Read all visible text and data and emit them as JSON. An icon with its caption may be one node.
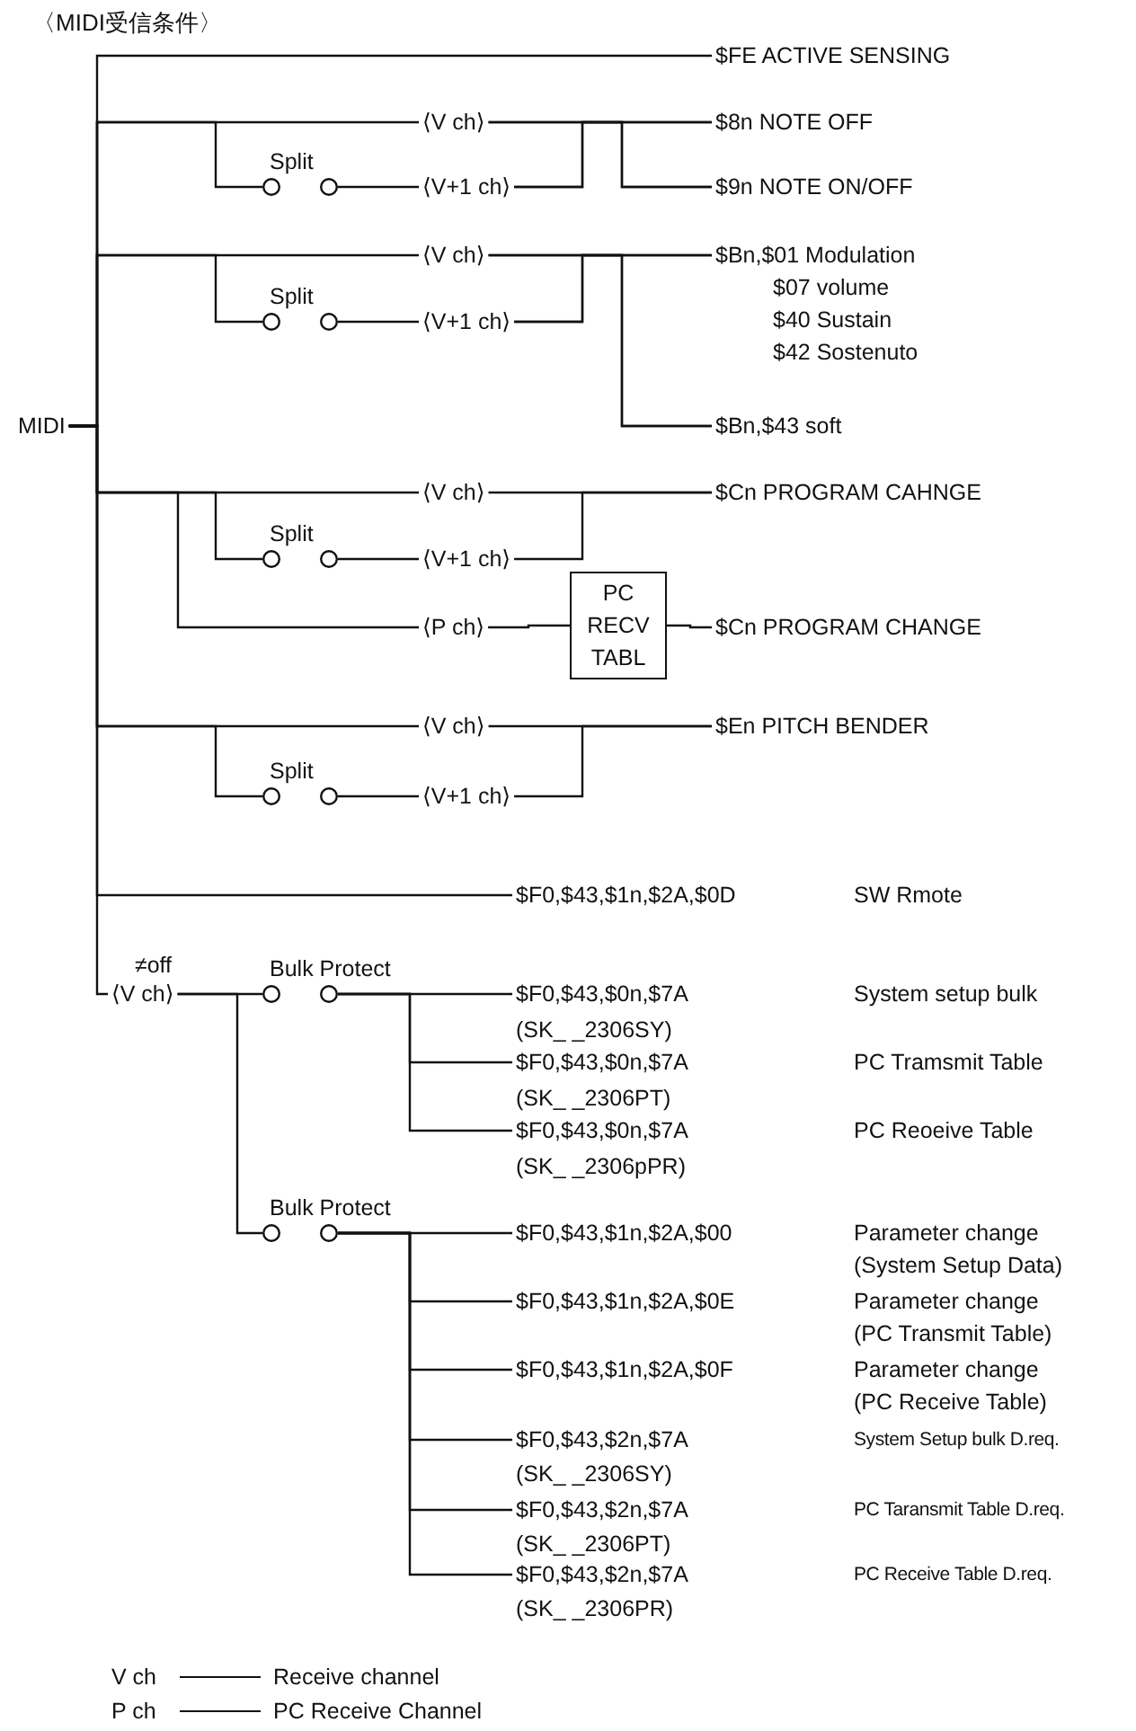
{
  "diagram": {
    "title": "〈MIDI受信条件〉",
    "nodes": [
      {
        "text": [
          "MIDI"
        ]
      },
      {
        "text": [
          "$FE ACTIVE SENSING"
        ]
      },
      {
        "text": [
          "⟨V ch⟩"
        ]
      },
      {
        "text": [
          "Split"
        ]
      },
      {
        "text": [
          "⟨V+1 ch⟩"
        ]
      },
      {
        "text": [
          "$8n NOTE OFF"
        ]
      },
      {
        "text": [
          "$9n NOTE ON/OFF"
        ]
      },
      {
        "text": [
          "⟨V ch⟩"
        ]
      },
      {
        "text": [
          "Split"
        ]
      },
      {
        "text": [
          "⟨V+1 ch⟩"
        ]
      },
      {
        "text": [
          "$Bn,$01 Modulation",
          "$07 volume",
          "$40 Sustain",
          "$42 Sostenuto"
        ]
      },
      {
        "text": [
          "$Bn,$43 soft"
        ]
      },
      {
        "text": [
          "⟨V ch⟩"
        ]
      },
      {
        "text": [
          "Split"
        ]
      },
      {
        "text": [
          "⟨V+1 ch⟩"
        ]
      },
      {
        "text": [
          "$Cn PROGRAM CAHNGE"
        ]
      },
      {
        "text": [
          "⟨P ch⟩"
        ]
      },
      {
        "text": [
          "PC RECV TABL"
        ]
      },
      {
        "text": [
          "$Cn PROGRAM CHANGE"
        ]
      },
      {
        "text": [
          "⟨V ch⟩"
        ]
      },
      {
        "text": [
          "Split"
        ]
      },
      {
        "text": [
          "⟨V+1 ch⟩"
        ]
      },
      {
        "text": [
          "$En PITCH BENDER"
        ]
      },
      {
        "text": [
          "$F0,$43,$1n,$2A,$0D"
        ]
      },
      {
        "text": [
          "⟨V ch⟩"
        ],
        "beside": [
          "≠off"
        ]
      },
      {
        "text": [
          "Bulk Protect"
        ]
      },
      {
        "text": [
          "$F0,$43,$0n,$7A",
          "(SK_ _2306SY)"
        ]
      },
      {
        "text": [
          "$F0,$43,$0n,$7A",
          "(SK_ _2306PT)"
        ]
      },
      {
        "text": [
          "$F0,$43,$0n,$7A",
          "(SK_ _2306pPR)"
        ]
      },
      {
        "text": [
          "Bulk Protect"
        ]
      },
      {
        "text": [
          "$F0,$43,$1n,$2A,$00"
        ]
      },
      {
        "text": [
          "$F0,$43,$1n,$2A,$0E"
        ]
      },
      {
        "text": [
          "$F0,$43,$1n,$2A,$0F"
        ]
      },
      {
        "text": [
          "$F0,$43,$2n,$7A",
          "(SK_ _2306SY)"
        ]
      },
      {
        "text": [
          "$F0,$43,$2n,$7A",
          "(SK_ _2306PT)"
        ]
      },
      {
        "text": [
          "$F0,$43,$2n,$7A",
          "(SK_ _2306PR)"
        ]
      }
    ],
    "edges": [
      {
        "from": 0,
        "to": 1,
        "arrow": "none"
      },
      {
        "from": 0,
        "to": 2,
        "arrow": "none"
      },
      {
        "from": 0,
        "to": 3,
        "arrow": "none"
      },
      {
        "from": 0,
        "to": 7,
        "arrow": "none"
      },
      {
        "from": 0,
        "to": 8,
        "arrow": "none"
      },
      {
        "from": 0,
        "to": 12,
        "arrow": "none"
      },
      {
        "from": 0,
        "to": 13,
        "arrow": "none"
      },
      {
        "from": 0,
        "to": 16,
        "arrow": "none"
      },
      {
        "from": 0,
        "to": 19,
        "arrow": "none"
      },
      {
        "from": 0,
        "to": 20,
        "arrow": "none"
      },
      {
        "from": 0,
        "to": 23,
        "arrow": "none"
      },
      {
        "from": 0,
        "to": 24,
        "arrow": "none"
      },
      {
        "from": 3,
        "to": 4,
        "arrow": "none"
      },
      {
        "from": 2,
        "to": 5,
        "arrow": "none"
      },
      {
        "from": 2,
        "to": 6,
        "arrow": "none"
      },
      {
        "from": 4,
        "to": 5,
        "arrow": "none"
      },
      {
        "from": 4,
        "to": 6,
        "arrow": "none"
      },
      {
        "from": 8,
        "to": 9,
        "arrow": "none"
      },
      {
        "from": 7,
        "to": 10,
        "arrow": "none"
      },
      {
        "from": 7,
        "to": 11,
        "arrow": "none"
      },
      {
        "from": 9,
        "to": 10,
        "arrow": "none"
      },
      {
        "from": 9,
        "to": 11,
        "arrow": "none"
      },
      {
        "from": 13,
        "to": 14,
        "arrow": "none"
      },
      {
        "from": 12,
        "to": 15,
        "arrow": "none"
      },
      {
        "from": 14,
        "to": 15,
        "arrow": "none"
      },
      {
        "from": 16,
        "to": 17,
        "arrow": "none"
      },
      {
        "from": 17,
        "to": 18,
        "arrow": "none"
      },
      {
        "from": 20,
        "to": 21,
        "arrow": "none"
      },
      {
        "from": 19,
        "to": 22,
        "arrow": "none"
      },
      {
        "from": 21,
        "to": 22,
        "arrow": "none"
      },
      {
        "from": 24,
        "to": 25,
        "arrow": "none"
      },
      {
        "from": 24,
        "to": 29,
        "arrow": "none"
      },
      {
        "from": 25,
        "to": 26,
        "arrow": "none"
      },
      {
        "from": 25,
        "to": 27,
        "arrow": "none"
      },
      {
        "from": 25,
        "to": 28,
        "arrow": "none"
      },
      {
        "from": 29,
        "to": 30,
        "arrow": "none"
      },
      {
        "from": 29,
        "to": 31,
        "arrow": "none"
      },
      {
        "from": 29,
        "to": 32,
        "arrow": "none"
      },
      {
        "from": 29,
        "to": 33,
        "arrow": "none"
      },
      {
        "from": 29,
        "to": 34,
        "arrow": "none"
      },
      {
        "from": 29,
        "to": 35,
        "arrow": "none"
      }
    ],
    "labels": [
      "SW Rmote",
      "System setup bulk",
      "PC Tramsmit Table",
      "PC Reoeive Table",
      "Parameter change (System Setup Data)",
      "Parameter change (PC Transmit Table)",
      "Parameter change (PC Receive Table)",
      "System Setup bulk D.req.",
      "PC Taransmit Table D.req.",
      "PC Receive Table D.req.",
      "V ch",
      "Receive channel",
      "P ch",
      "PC Receive Channel"
    ]
  }
}
